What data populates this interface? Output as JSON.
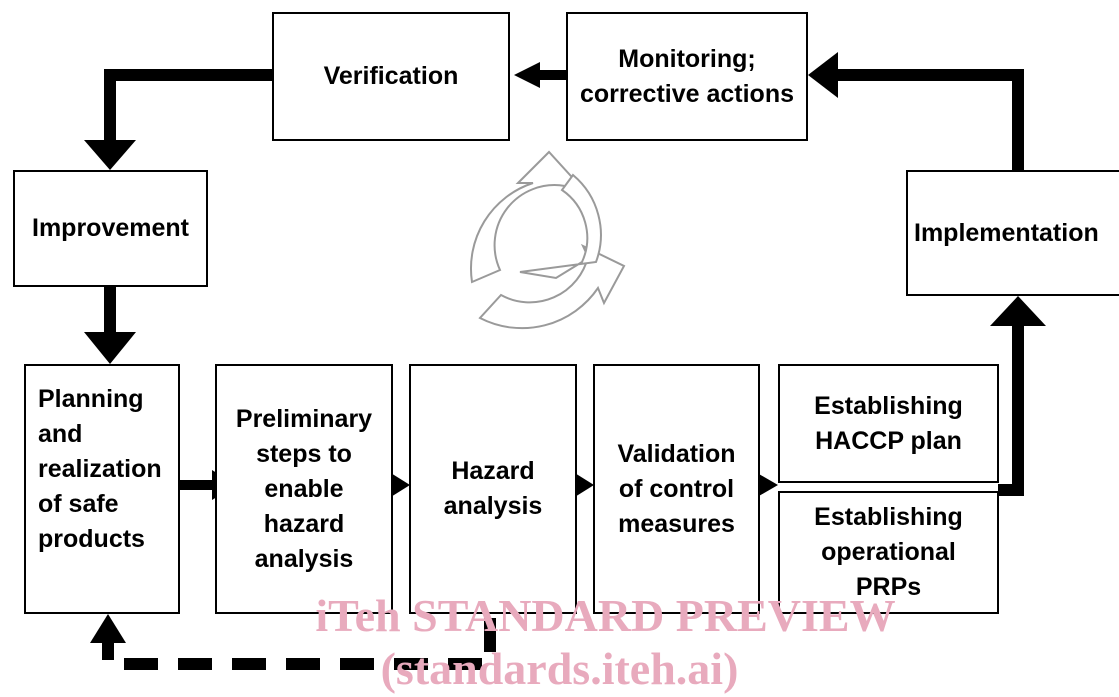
{
  "boxes": {
    "verification": "Verification",
    "monitoring": "Monitoring; corrective actions",
    "improvement": "Improvement",
    "implementation": "Implementation",
    "planning": "Planning and realization of safe products",
    "preliminary": "Preliminary steps to enable hazard analysis",
    "hazard": "Hazard analysis",
    "validation": "Validation of control measures",
    "haccp": "Establishing HACCP plan",
    "prps": "Establishing operational PRPs"
  },
  "watermark": {
    "line1": "iTeh STANDARD PREVIEW",
    "line2": "(standards.iteh.ai)"
  },
  "colors": {
    "stroke": "#000000",
    "cycle_icon": "#9a9a9a",
    "watermark": "#e8aabd"
  },
  "icons": {
    "cycle": "recycle-arrows-icon"
  }
}
